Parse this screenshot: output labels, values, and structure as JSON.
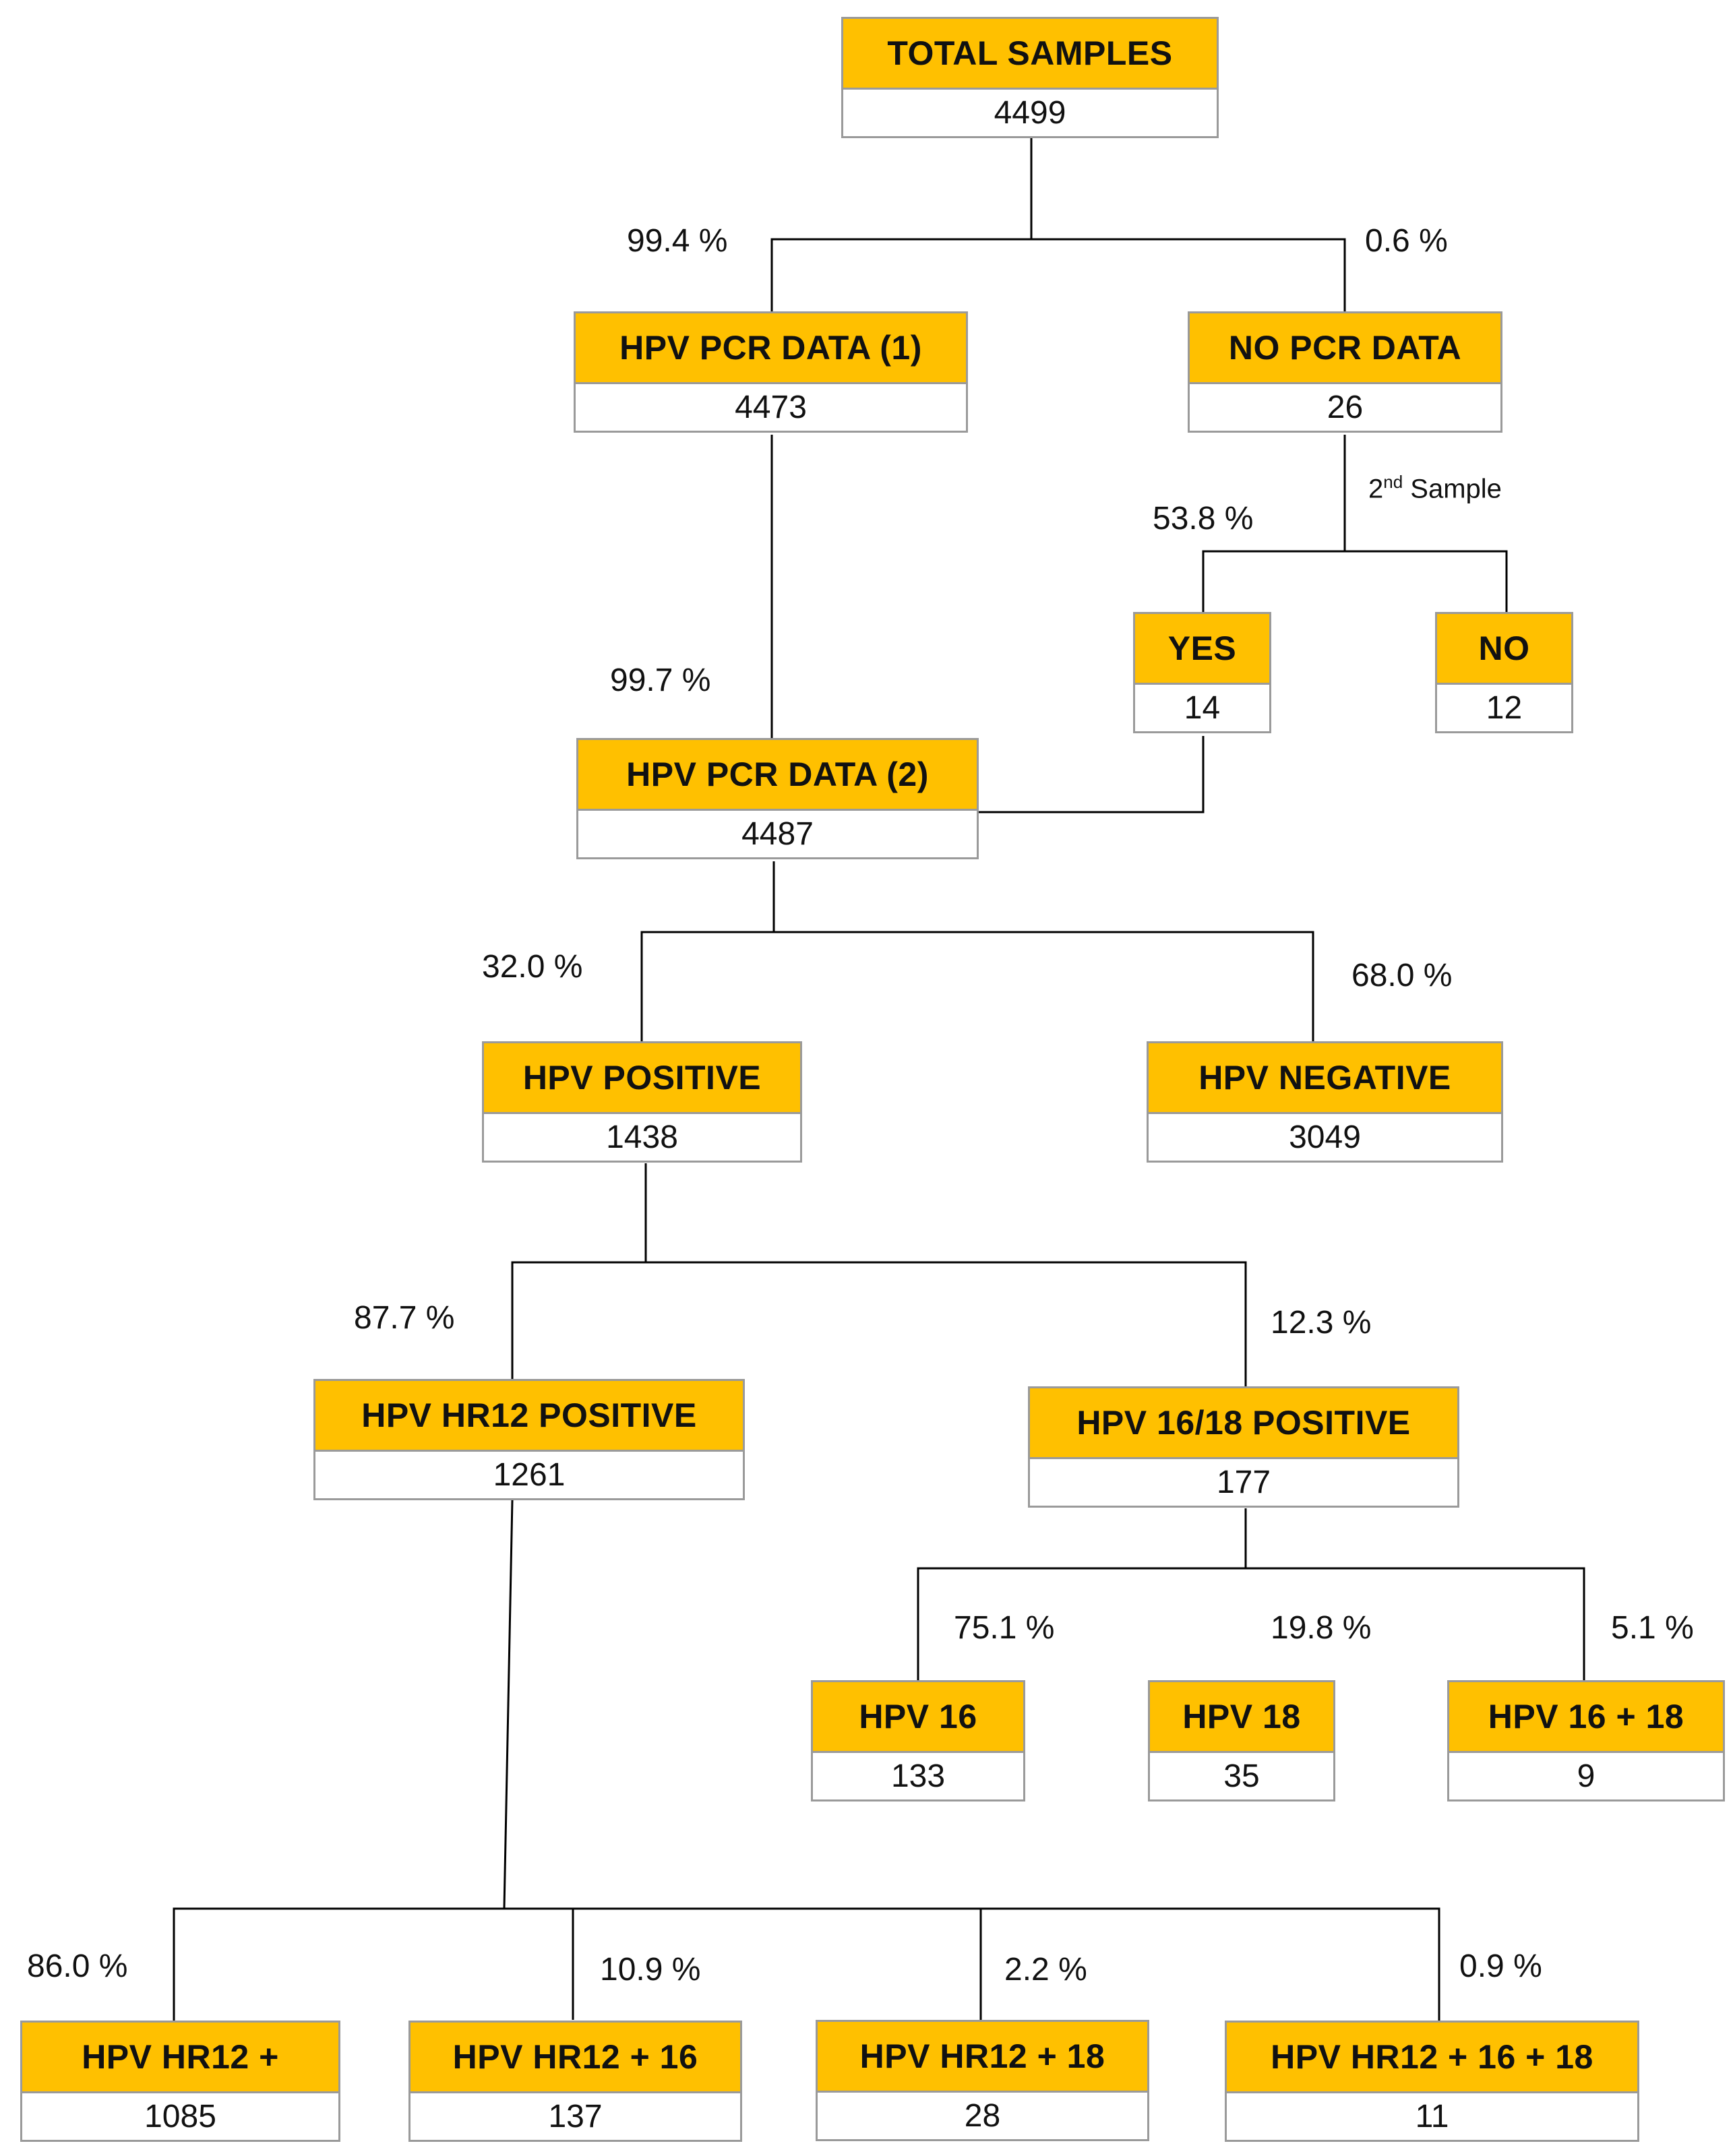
{
  "nodes": {
    "total": {
      "label": "TOTAL SAMPLES",
      "value": "4499"
    },
    "pcr1": {
      "label": "HPV PCR DATA (1)",
      "value": "4473"
    },
    "nopcr": {
      "label": "NO PCR DATA",
      "value": "26"
    },
    "yes": {
      "label": "YES",
      "value": "14"
    },
    "no": {
      "label": "NO",
      "value": "12"
    },
    "pcr2": {
      "label": "HPV PCR DATA (2)",
      "value": "4487"
    },
    "pos": {
      "label": "HPV POSITIVE",
      "value": "1438"
    },
    "neg": {
      "label": "HPV NEGATIVE",
      "value": "3049"
    },
    "hr12": {
      "label": "HPV HR12 POSITIVE",
      "value": "1261"
    },
    "h1618": {
      "label": "HPV 16/18 POSITIVE",
      "value": "177"
    },
    "h16": {
      "label": "HPV 16",
      "value": "133"
    },
    "h18": {
      "label": "HPV 18",
      "value": "35"
    },
    "h16_18": {
      "label": "HPV 16 + 18",
      "value": "9"
    },
    "hr12p": {
      "label": "HPV HR12 +",
      "value": "1085"
    },
    "hr12_16": {
      "label": "HPV HR12 + 16",
      "value": "137"
    },
    "hr12_18": {
      "label": "HPV HR12 + 18",
      "value": "28"
    },
    "hr12_16_18": {
      "label": "HPV HR12 + 16 + 18",
      "value": "11"
    }
  },
  "percentages": {
    "pcr1": "99.4 %",
    "nopcr": "0.6 %",
    "yes": "53.8 %",
    "pcr2": "99.7 %",
    "pos": "32.0 %",
    "neg": "68.0 %",
    "hr12": "87.7 %",
    "h1618": "12.3 %",
    "h16": "75.1 %",
    "h18": "19.8 %",
    "h16_18": "5.1 %",
    "hr12p": "86.0 %",
    "hr12_16": "10.9 %",
    "hr12_18": "2.2 %",
    "hr12_16_18": "0.9 %"
  },
  "second_sample_note": {
    "prefix": "2",
    "superscript": "nd",
    "text": " Sample"
  },
  "colors": {
    "header_fill": "#FFC000",
    "border": "#9a9a9a",
    "line": "#000000"
  }
}
